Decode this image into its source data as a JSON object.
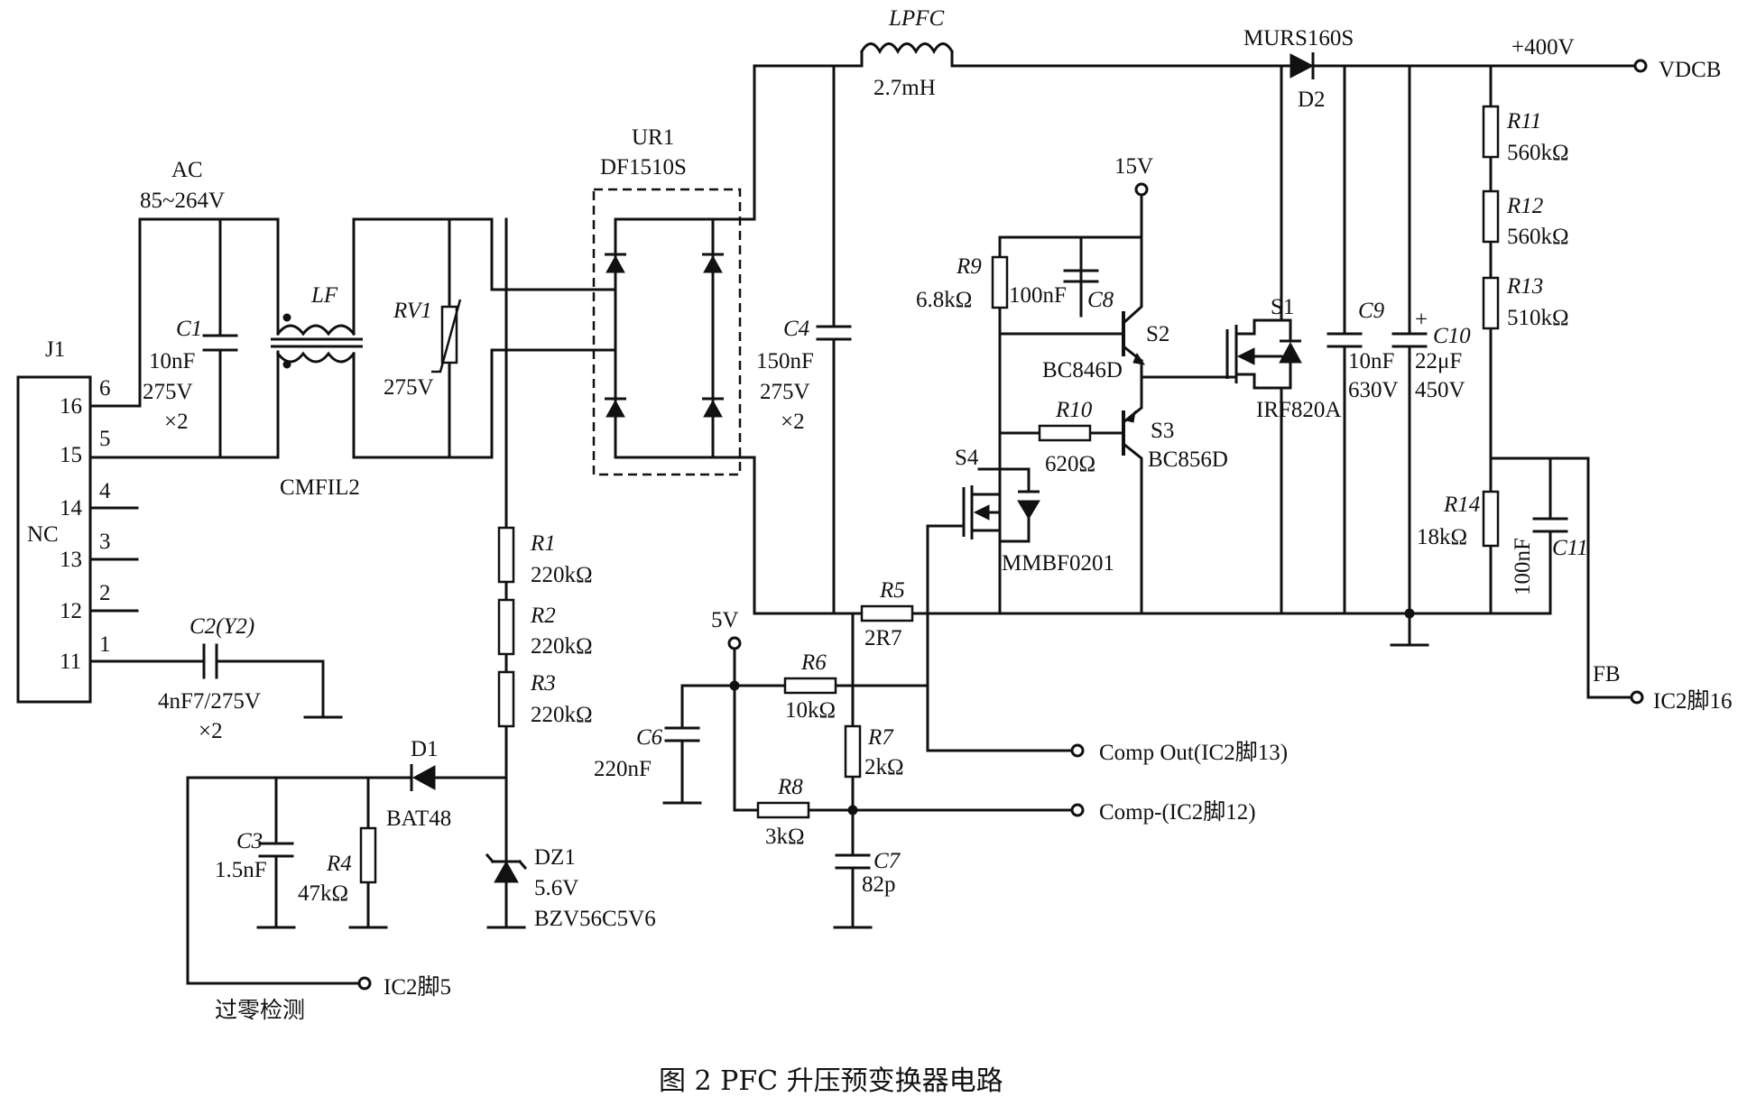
{
  "caption": "图 2    PFC 升压预变换器电路",
  "labels": {
    "ac": "AC",
    "ac_range": "85~264V",
    "j1": "J1",
    "nc": "NC",
    "pins": [
      "16",
      "15",
      "14",
      "13",
      "12",
      "11"
    ],
    "pin_nums": [
      "6",
      "5",
      "4",
      "3",
      "2",
      "1"
    ],
    "c1": "C1",
    "c1_v1": "10nF",
    "c1_v2": "275V",
    "c1_v3": "×2",
    "lf": "LF",
    "cmfil": "CMFIL2",
    "rv1": "RV1",
    "rv1_v": "275V",
    "ur1": "UR1",
    "df1510s": "DF1510S",
    "lpfc": "LPFC",
    "lpfc_v": "2.7mH",
    "murs": "MURS160S",
    "d2": "D2",
    "v400": "+400V",
    "vdcb": "VDCB",
    "c4": "C4",
    "c4_v1": "150nF",
    "c4_v2": "275V",
    "c4_v3": "×2",
    "v15": "15V",
    "r9": "R9",
    "r9_v": "6.8kΩ",
    "c8": "C8",
    "c8_v": "100nF",
    "s2": "S2",
    "bc846d": "BC846D",
    "r10": "R10",
    "r10_v": "620Ω",
    "s3": "S3",
    "bc856d": "BC856D",
    "s4": "S4",
    "mmbf": "MMBF0201",
    "s1": "S1",
    "irf": "IRF820A",
    "c9": "C9",
    "c9_v1": "10nF",
    "c9_v2": "630V",
    "c10": "C10",
    "c10_v1": "22μF",
    "c10_v2": "450V",
    "plus": "+",
    "r11": "R11",
    "r11_v": "560kΩ",
    "r12": "R12",
    "r12_v": "560kΩ",
    "r13": "R13",
    "r13_v": "510kΩ",
    "r14": "R14",
    "r14_v": "18kΩ",
    "c11": "C11",
    "c11_v": "100nF",
    "fb": "FB",
    "ic2_16": "IC2脚16",
    "r5": "R5",
    "r5_v": "2R7",
    "v5": "5V",
    "r6": "R6",
    "r6_v": "10kΩ",
    "c6": "C6",
    "c6_v": "220nF",
    "r7": "R7",
    "r7_v": "2kΩ",
    "r8": "R8",
    "r8_v": "3kΩ",
    "c7": "C7",
    "c7_v": "82p",
    "comp_out": "Comp Out(IC2脚13)",
    "comp_minus": "Comp-(IC2脚12)",
    "r1": "R1",
    "r1_v": "220kΩ",
    "r2": "R2",
    "r2_v": "220kΩ",
    "r3": "R3",
    "r3_v": "220kΩ",
    "d1": "D1",
    "bat48": "BAT48",
    "c3": "C3",
    "c3_v": "1.5nF",
    "r4": "R4",
    "r4_v": "47kΩ",
    "dz1": "DZ1",
    "dz1_v": "5.6V",
    "bzv": "BZV56C5V6",
    "c2": "C2(Y2)",
    "c2_v1": "4nF7/275V",
    "c2_v2": "×2",
    "ic2_5": "IC2脚5",
    "zero": "过零检测"
  }
}
